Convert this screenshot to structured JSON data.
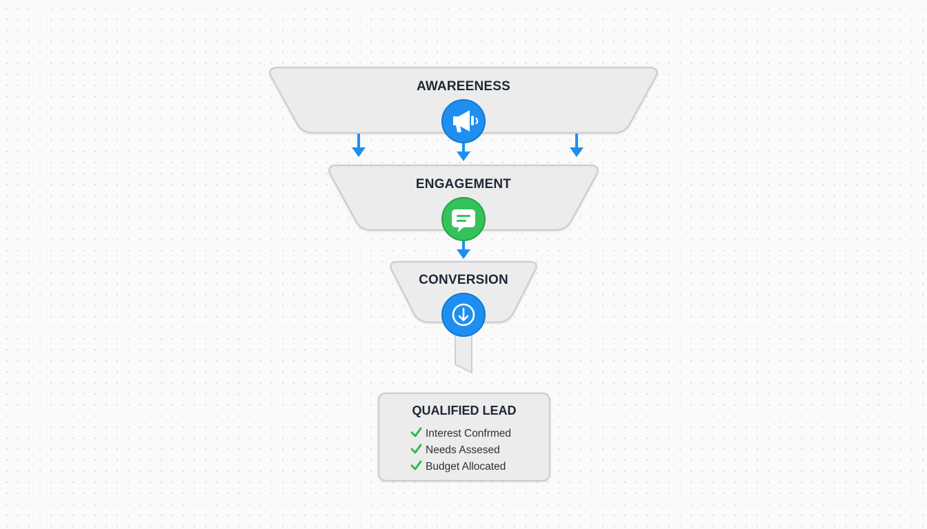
{
  "stages": [
    {
      "label": "AWAREENESS",
      "icon": "megaphone-icon",
      "icon_color": "#1e8ff0"
    },
    {
      "label": "ENGAGEMENT",
      "icon": "chat-bubble-icon",
      "icon_color": "#34c25a"
    },
    {
      "label": "CONVERSION",
      "icon": "download-circle-icon",
      "icon_color": "#1e8ff0"
    }
  ],
  "qualified_lead": {
    "title": "QUALIFIED LEAD",
    "items": [
      "Interest Confrmed",
      "Needs Assesed",
      "Budget Allocated"
    ],
    "check_color": "#2fb84f"
  },
  "colors": {
    "funnel_fill": "#ececec",
    "funnel_stroke": "#cfcfcf",
    "arrow": "#1e8ff0",
    "background": "#fafafa"
  }
}
